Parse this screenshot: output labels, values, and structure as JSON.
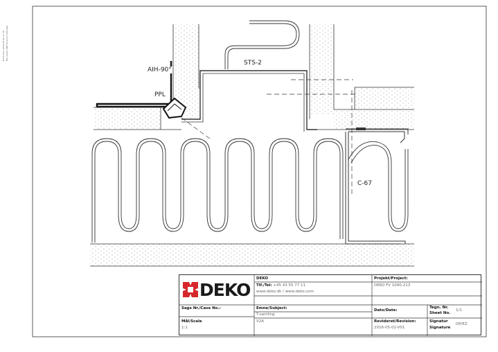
{
  "sheet_meta": {
    "line1": "Print time: 2016-05-02 11:30",
    "line2": "File name: DKF-TS-213-2 V2A.dwg"
  },
  "labels": {
    "aih": "AIH-90°",
    "ppl": "PPL",
    "sts": "STS-2",
    "c67": "C-67"
  },
  "title_block": {
    "company": {
      "name": "DEKO",
      "logo_text": "DEKO"
    },
    "contact": {
      "name": "DEKO",
      "phone_label": "Tlf./Tel:",
      "phone": "+45 43 55 77 11",
      "web": "www.deko.dk / www.deko.com"
    },
    "project": {
      "label": "Projekt/Project:",
      "value": "DEKO FV 1090-213"
    },
    "case": {
      "label": "Sags Nr./Case No.:",
      "value": ""
    },
    "subject": {
      "label": "Emne/Subject:",
      "line1": "T-samling",
      "line2": "V2A"
    },
    "date": {
      "label": "Dato/Date:",
      "value": ""
    },
    "sheet": {
      "label1": "Tegn. Nr.",
      "label2": "Sheet No.",
      "value": "1/1"
    },
    "scale": {
      "label": "Mål/Scale",
      "value": "1:1"
    },
    "revision": {
      "label": "Revideret/Revision:",
      "value": "2016-05-02-V01"
    },
    "signature": {
      "label1": "Signatur",
      "label2": "Signature",
      "value": "DP/EZ"
    }
  },
  "colors": {
    "line": "#333333",
    "logo_red": "#d6262b",
    "logo_dark": "#1a1a1a"
  }
}
